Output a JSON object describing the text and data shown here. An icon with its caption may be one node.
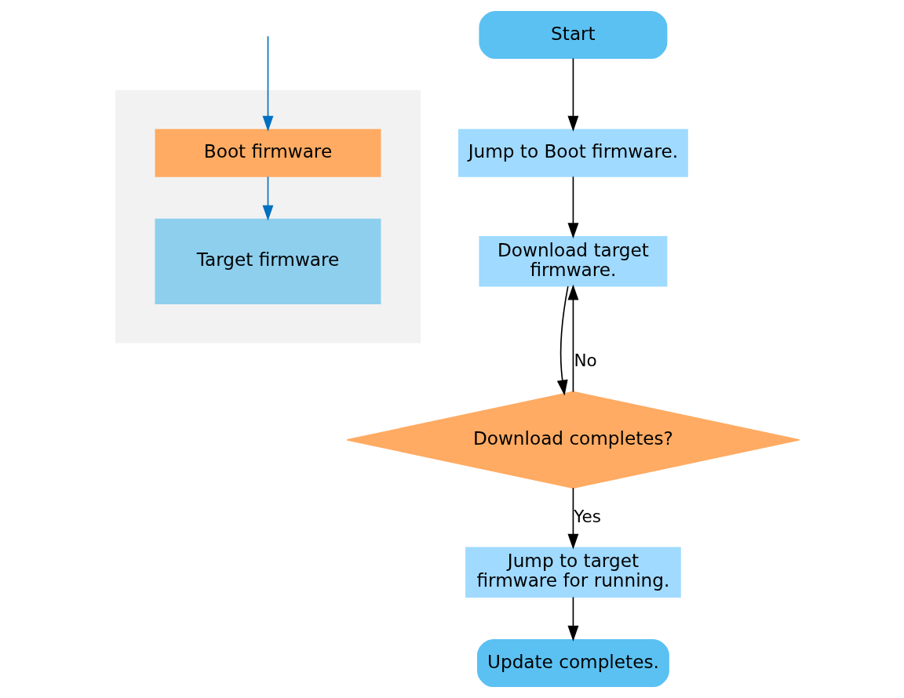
{
  "diagram": {
    "nodes": [
      {
        "text": [],
        "shape": "box"
      },
      {
        "text": [
          "Target firmware"
        ],
        "in": 0
      },
      {
        "text": [
          "Boot firmware"
        ],
        "in": 0
      },
      {
        "text": [
          "Start"
        ]
      },
      {
        "text": [
          "Jump to Boot firmware."
        ]
      },
      {
        "text": [
          "Download target firmware."
        ]
      },
      {
        "text": [
          "Download completes?"
        ]
      },
      {
        "text": [
          "Jump to target firmware for running."
        ]
      },
      {
        "text": [
          "Update completes."
        ]
      }
    ],
    "edges": [
      {
        "from": null,
        "to": 2,
        "arrow": "to",
        "color": "#0070c0"
      },
      {
        "from": 2,
        "to": 1,
        "arrow": "to",
        "color": "#0070c0"
      },
      {
        "from": 3,
        "to": 4,
        "arrow": "to"
      },
      {
        "from": 4,
        "to": 5,
        "arrow": "to"
      },
      {
        "from": 5,
        "to": 6,
        "arrow": "to"
      },
      {
        "from": 6,
        "to": 5,
        "arrow": "to",
        "label": "No"
      },
      {
        "from": 6,
        "to": 7,
        "arrow": "to",
        "label": "Yes"
      },
      {
        "from": 7,
        "to": 8,
        "arrow": "to"
      }
    ]
  }
}
